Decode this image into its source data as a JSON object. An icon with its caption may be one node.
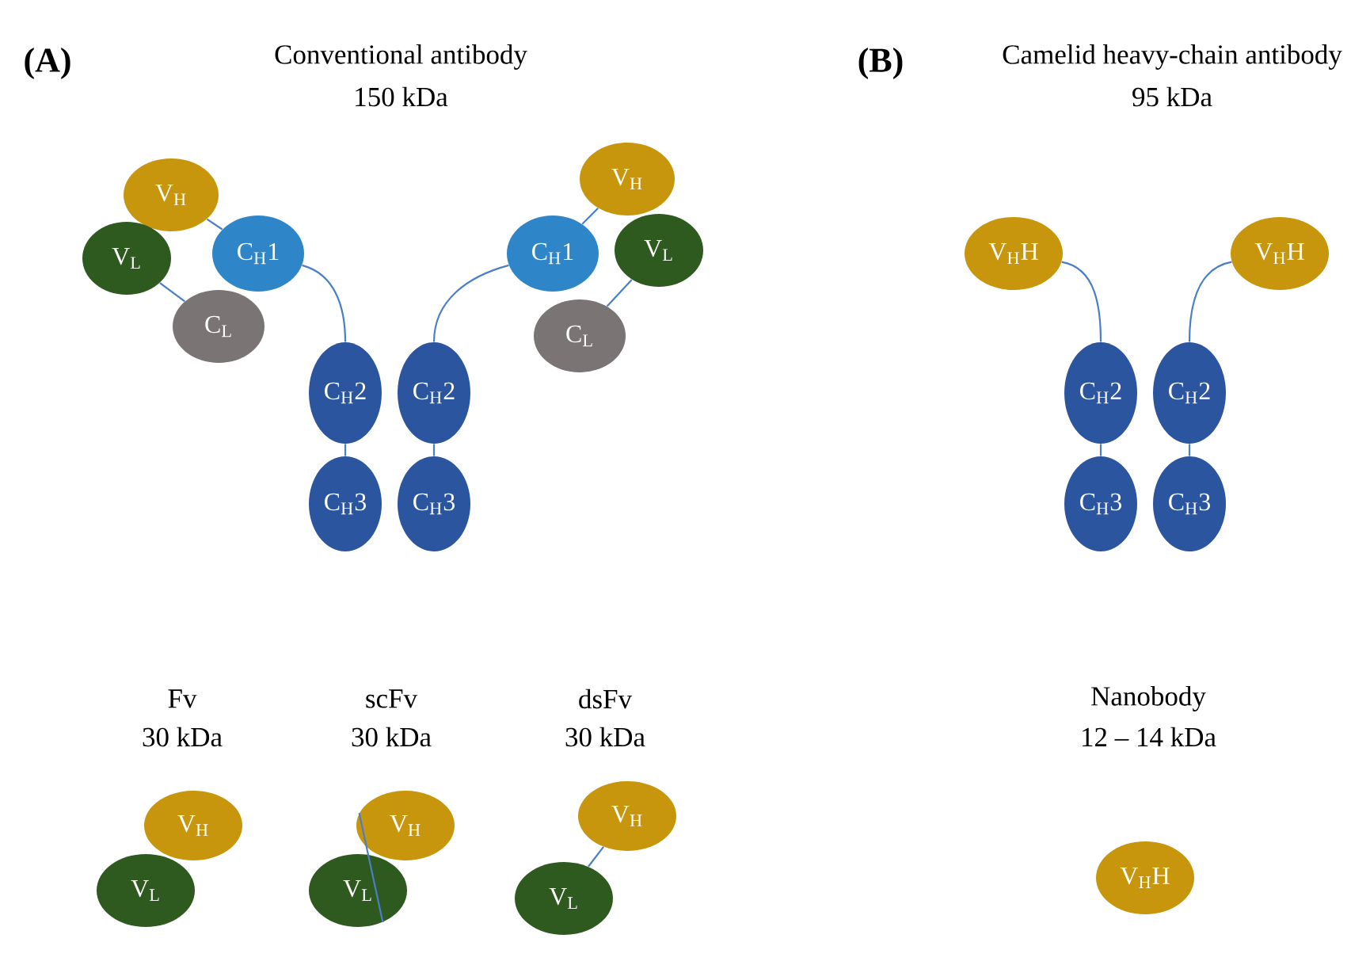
{
  "diagram": {
    "nodes": [
      {
        "text": [
          "V$_{H}$"
        ]
      },
      {
        "text": [
          "V$_{H}$"
        ]
      },
      {
        "text": [
          "V$_{L}$"
        ]
      },
      {
        "text": [
          "C$_{H}$1"
        ]
      },
      {
        "text": [
          "C$_{H}$1"
        ]
      },
      {
        "text": [
          "V$_{L}$"
        ]
      },
      {
        "text": [
          "C$_{L}$"
        ]
      },
      {
        "text": [
          "C$_{L}$"
        ]
      },
      {
        "text": [
          "C$_{H}$2"
        ]
      },
      {
        "text": [
          "C$_{H}$2"
        ]
      },
      {
        "text": [
          "C$_{H}$3"
        ]
      },
      {
        "text": [
          "C$_{H}$3"
        ]
      },
      {
        "text": [
          "V$_{H}$H"
        ]
      },
      {
        "text": [
          "V$_{H}$H"
        ]
      },
      {
        "text": [
          "C$_{H}$2"
        ]
      },
      {
        "text": [
          "C$_{H}$2"
        ]
      },
      {
        "text": [
          "C$_{H}$3"
        ]
      },
      {
        "text": [
          "C$_{H}$3"
        ]
      },
      {
        "text": [
          "V$_{H}$"
        ]
      },
      {
        "text": [
          "V$_{L}$"
        ]
      },
      {
        "text": [
          "V$_{H}$"
        ]
      },
      {
        "text": [
          "V$_{L}$"
        ]
      },
      {
        "text": [
          "V$_{H}$"
        ]
      },
      {
        "text": [
          "V$_{L}$"
        ]
      },
      {
        "text": [
          "V$_{H}$H"
        ]
      }
    ],
    "edges": [
      {
        "from": 0,
        "to": 3,
        "arrow": "none"
      },
      {
        "from": 2,
        "to": 6,
        "arrow": "none"
      },
      {
        "from": 3,
        "to": 8,
        "arrow": "none"
      },
      {
        "from": 8,
        "to": 10,
        "arrow": "none"
      },
      {
        "from": 1,
        "to": 4,
        "arrow": "none"
      },
      {
        "from": 5,
        "to": 7,
        "arrow": "none"
      },
      {
        "from": 4,
        "to": 9,
        "arrow": "none"
      },
      {
        "from": 9,
        "to": 11,
        "arrow": "none"
      },
      {
        "from": 12,
        "to": 14,
        "arrow": "none"
      },
      {
        "from": 13,
        "to": 15,
        "arrow": "none"
      },
      {
        "from": 14,
        "to": 16,
        "arrow": "none"
      },
      {
        "from": 15,
        "to": 17,
        "arrow": "none"
      },
      {
        "from": 20,
        "to": 21,
        "arrow": "none"
      },
      {
        "from": 22,
        "to": 23,
        "arrow": "none"
      }
    ],
    "labels": [
      "(A)",
      "Conventional antibody",
      "150 kDa",
      "(B)",
      "Camelid heavy-chain antibody",
      "95 kDa",
      "Fv",
      "30 kDa",
      "scFv",
      "30 kDa",
      "dsFv",
      "30 kDa",
      "Nanobody",
      "12 – 14 kDa"
    ]
  }
}
